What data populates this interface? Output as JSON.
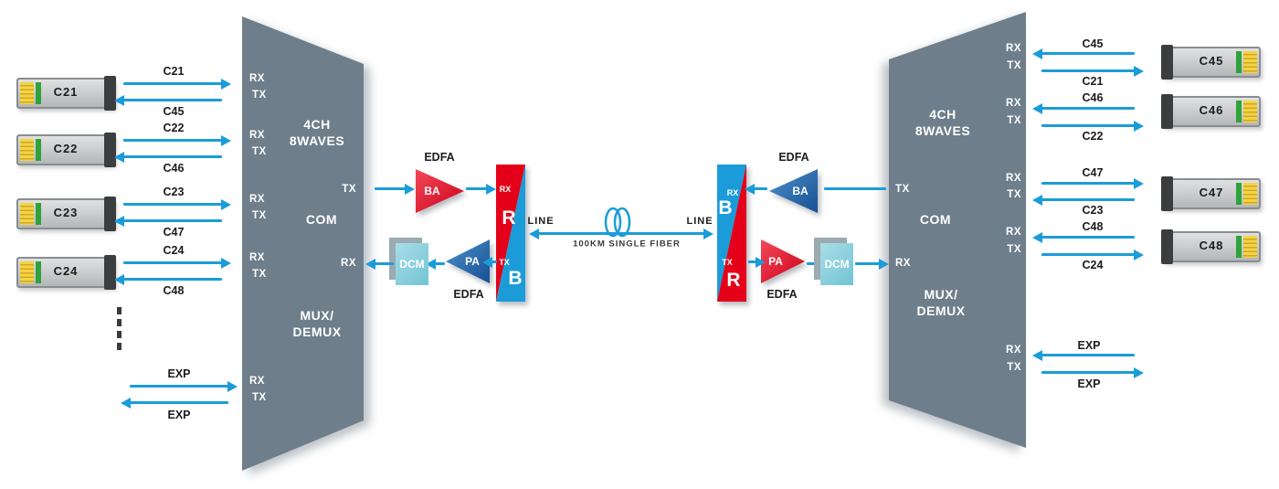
{
  "colors": {
    "arrow": "#1b9cd9",
    "filter_red": "#e50019",
    "filter_blue": "#1b9cd9",
    "amp_red": "#d8randomized",
    "amp_blue": "#1d5fa7",
    "dcm_teal": "#7fc9d8",
    "mux_gray": "#6e7e8b"
  },
  "left_panel": {
    "modules": [
      {
        "label": "C21"
      },
      {
        "label": "C22"
      },
      {
        "label": "C23"
      },
      {
        "label": "C24"
      }
    ],
    "channels": [
      {
        "top_label": "C21",
        "bottom_label": "C45"
      },
      {
        "top_label": "C22",
        "bottom_label": "C46"
      },
      {
        "top_label": "C23",
        "bottom_label": "C47"
      },
      {
        "top_label": "C24",
        "bottom_label": "C48"
      }
    ],
    "exp": {
      "top_label": "EXP",
      "bottom_label": "EXP"
    }
  },
  "mux_left": {
    "capacity_line1": "4CH",
    "capacity_line2": "8WAVES",
    "com_label": "COM",
    "name_line1": "MUX/",
    "name_line2": "DEMUX",
    "com_tx": "TX",
    "com_rx": "RX",
    "ports": [
      {
        "rx": "RX",
        "tx": "TX"
      },
      {
        "rx": "RX",
        "tx": "TX"
      },
      {
        "rx": "RX",
        "tx": "TX"
      },
      {
        "rx": "RX",
        "tx": "TX"
      },
      {
        "rx": "RX",
        "tx": "TX"
      }
    ]
  },
  "amps_left": {
    "ba": {
      "edfa": "EDFA",
      "label": "BA"
    },
    "pa": {
      "edfa": "EDFA",
      "label": "PA"
    },
    "dcm_label": "DCM"
  },
  "filter_left": {
    "rx": "RX",
    "tx": "TX",
    "red_letter": "R",
    "blue_letter": "B"
  },
  "link": {
    "line_left": "LINE",
    "line_right": "LINE",
    "fiber_label": "100KM SINGLE FIBER"
  },
  "filter_right": {
    "rx": "RX",
    "tx": "TX",
    "red_letter": "R",
    "blue_letter": "B"
  },
  "amps_right": {
    "ba": {
      "edfa": "EDFA",
      "label": "BA"
    },
    "pa": {
      "edfa": "EDFA",
      "label": "PA"
    },
    "dcm_label": "DCM"
  },
  "mux_right": {
    "capacity_line1": "4CH",
    "capacity_line2": "8WAVES",
    "com_label": "COM",
    "name_line1": "MUX/",
    "name_line2": "DEMUX",
    "com_tx": "TX",
    "com_rx": "RX",
    "ports": [
      {
        "rx": "RX",
        "tx": "TX"
      },
      {
        "rx": "RX",
        "tx": "TX"
      },
      {
        "rx": "RX",
        "tx": "TX"
      },
      {
        "rx": "RX",
        "tx": "TX"
      },
      {
        "rx": "RX",
        "tx": "TX"
      }
    ]
  },
  "right_panel": {
    "modules": [
      {
        "label": "C45"
      },
      {
        "label": "C46"
      },
      {
        "label": "C47"
      },
      {
        "label": "C48"
      }
    ],
    "channels": [
      {
        "top_label": "C45",
        "bottom_label": "C21"
      },
      {
        "top_label": "C46",
        "bottom_label": "C22"
      },
      {
        "top_label": "C47",
        "bottom_label": "C23"
      },
      {
        "top_label": "C48",
        "bottom_label": "C24"
      }
    ],
    "exp": {
      "top_label": "EXP",
      "bottom_label": "EXP"
    }
  }
}
